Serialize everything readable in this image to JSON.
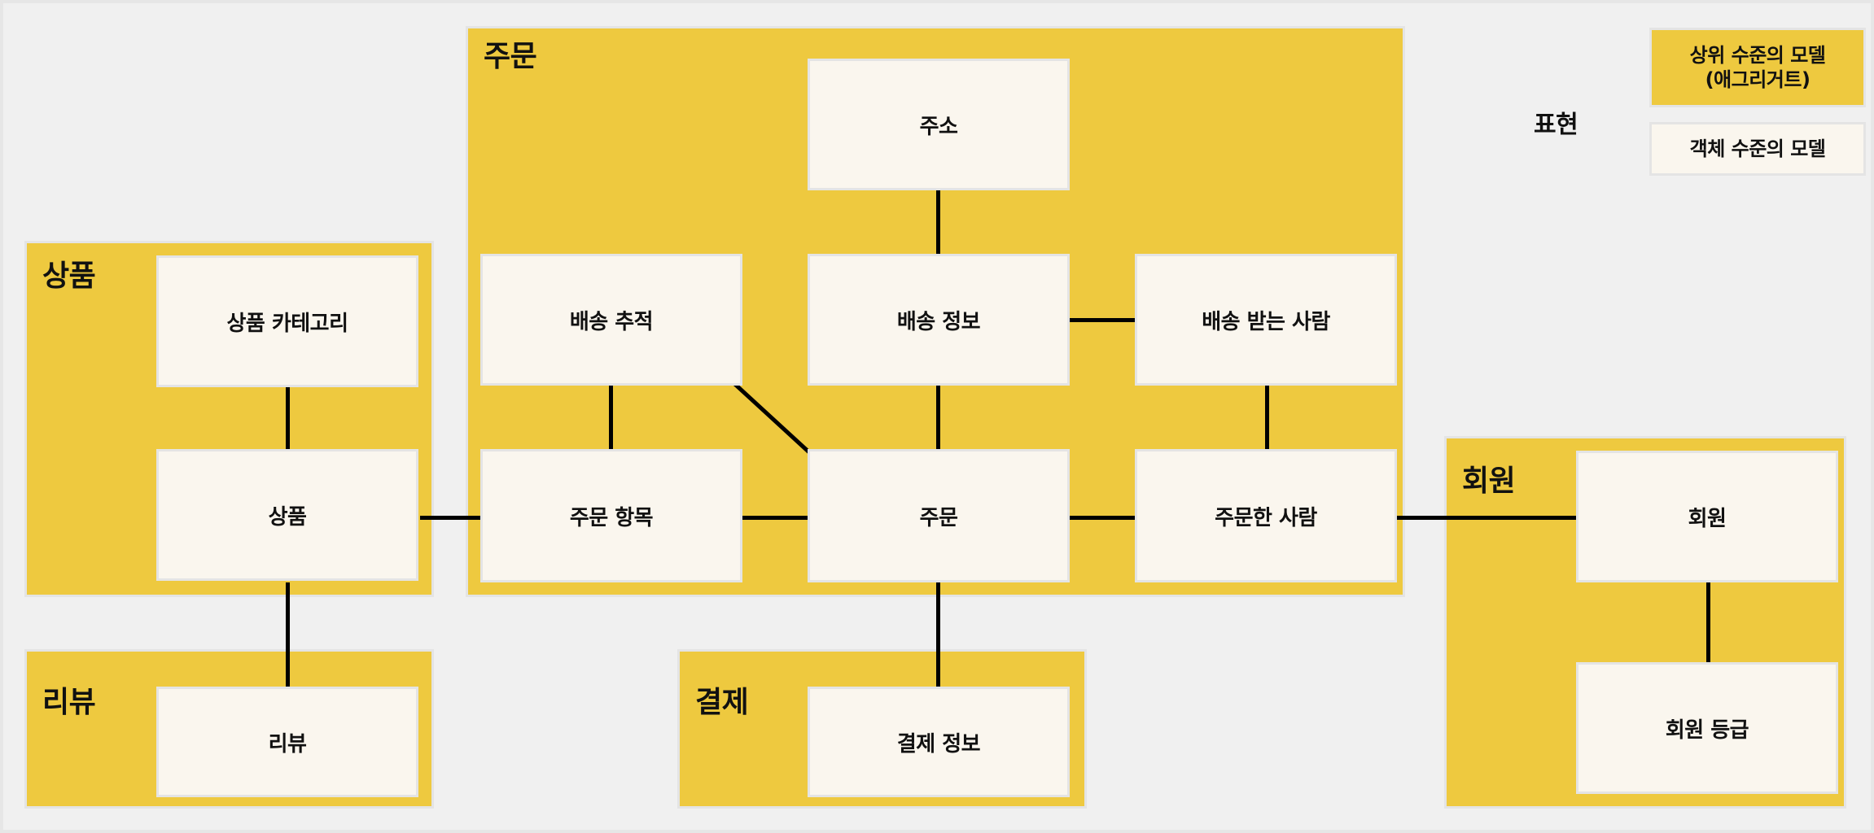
{
  "diagram": {
    "title_hidden": "",
    "colors": {
      "canvas_background": "#f0f0f0",
      "aggregate_fill": "#eec93f",
      "entity_fill": "#faf6ee",
      "border": "#e4e4e4",
      "connector": "#000000",
      "text": "#111111"
    },
    "aggregates": [
      {
        "id": "product",
        "label": "상품"
      },
      {
        "id": "order",
        "label": "주문"
      },
      {
        "id": "review",
        "label": "리뷰"
      },
      {
        "id": "payment",
        "label": "결제"
      },
      {
        "id": "member",
        "label": "회원"
      }
    ],
    "entities": [
      {
        "id": "product-category",
        "label": "상품 카테고리",
        "aggregate": "상품"
      },
      {
        "id": "product",
        "label": "상품",
        "aggregate": "상품"
      },
      {
        "id": "review",
        "label": "리뷰",
        "aggregate": "리뷰"
      },
      {
        "id": "address",
        "label": "주소",
        "aggregate": "주문"
      },
      {
        "id": "delivery-tracking",
        "label": "배송 추적",
        "aggregate": "주문"
      },
      {
        "id": "delivery-info",
        "label": "배송 정보",
        "aggregate": "주문"
      },
      {
        "id": "delivery-receiver",
        "label": "배송 받는 사람",
        "aggregate": "주문"
      },
      {
        "id": "order-item",
        "label": "주문 항목",
        "aggregate": "주문"
      },
      {
        "id": "order",
        "label": "주문",
        "aggregate": "주문"
      },
      {
        "id": "orderer",
        "label": "주문한 사람",
        "aggregate": "주문"
      },
      {
        "id": "payment-info",
        "label": "결제 정보",
        "aggregate": "결제"
      },
      {
        "id": "member",
        "label": "회원",
        "aggregate": "회원"
      },
      {
        "id": "member-grade",
        "label": "회원 등급",
        "aggregate": "회원"
      }
    ],
    "connections": [
      {
        "from": "product-category",
        "to": "product",
        "kind": "vertical"
      },
      {
        "from": "product",
        "to": "review",
        "kind": "vertical"
      },
      {
        "from": "product",
        "to": "order-item",
        "kind": "horizontal"
      },
      {
        "from": "address",
        "to": "delivery-info",
        "kind": "vertical"
      },
      {
        "from": "delivery-info",
        "to": "delivery-receiver",
        "kind": "horizontal"
      },
      {
        "from": "delivery-info",
        "to": "order",
        "kind": "vertical"
      },
      {
        "from": "delivery-tracking",
        "to": "order-item",
        "kind": "vertical"
      },
      {
        "from": "delivery-tracking",
        "to": "order",
        "kind": "diagonal"
      },
      {
        "from": "delivery-receiver",
        "to": "orderer",
        "kind": "vertical"
      },
      {
        "from": "order-item",
        "to": "order",
        "kind": "horizontal"
      },
      {
        "from": "order",
        "to": "orderer",
        "kind": "horizontal"
      },
      {
        "from": "order",
        "to": "payment-info",
        "kind": "vertical"
      },
      {
        "from": "orderer",
        "to": "member",
        "kind": "horizontal"
      },
      {
        "from": "member",
        "to": "member-grade",
        "kind": "vertical"
      }
    ]
  },
  "legend": {
    "title": "표현",
    "items": [
      {
        "id": "aggregate-model",
        "label": "상위 수준의 모델\n(애그리거트)",
        "line1": "상위 수준의 모델",
        "line2": "(애그리거트)"
      },
      {
        "id": "entity-model",
        "label": "객체 수준의 모델",
        "line1": "객체 수준의 모델",
        "line2": ""
      }
    ]
  }
}
